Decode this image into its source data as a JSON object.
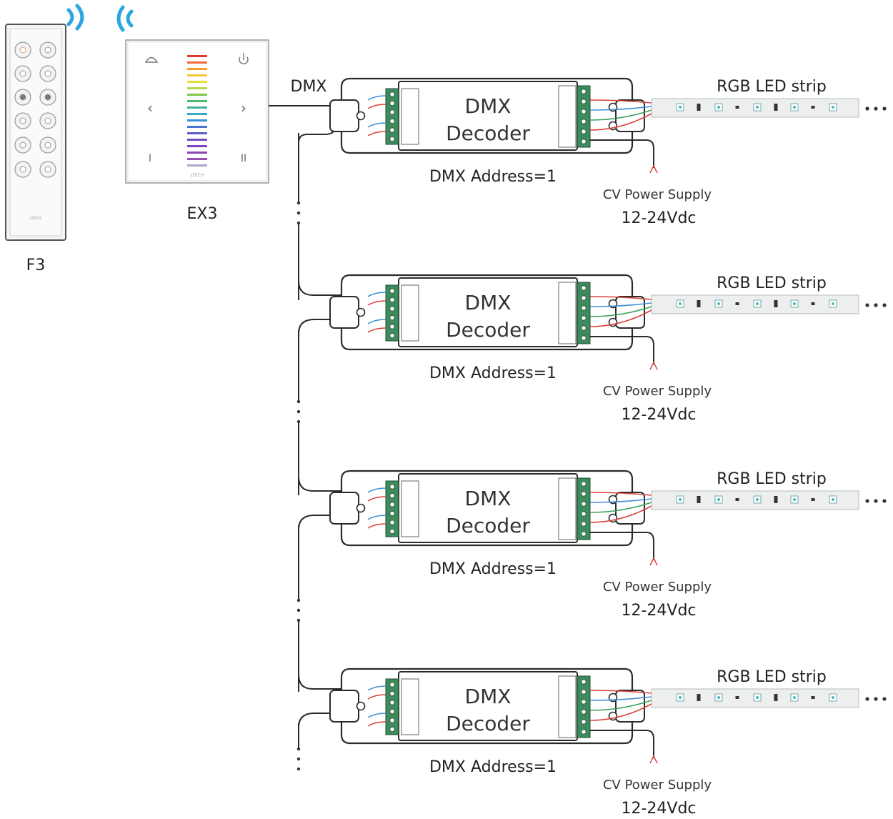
{
  "remote": {
    "label": "F3",
    "brand": "LTECH"
  },
  "panel": {
    "label": "EX3",
    "brand": "LTECH"
  },
  "dmx_bus_label": "DMX",
  "units": [
    {
      "decoder_line1": "DMX",
      "decoder_line2": "Decoder",
      "address": "DMX Address=1",
      "strip": "RGB LED strip",
      "power_line1": "CV Power Supply",
      "power_line2": "12-24Vdc"
    },
    {
      "decoder_line1": "DMX",
      "decoder_line2": "Decoder",
      "address": "DMX Address=1",
      "strip": "RGB LED strip",
      "power_line1": "CV Power Supply",
      "power_line2": "12-24Vdc"
    },
    {
      "decoder_line1": "DMX",
      "decoder_line2": "Decoder",
      "address": "DMX Address=1",
      "strip": "RGB LED strip",
      "power_line1": "CV Power Supply",
      "power_line2": "12-24Vdc"
    },
    {
      "decoder_line1": "DMX",
      "decoder_line2": "Decoder",
      "address": "DMX Address=1",
      "strip": "RGB LED strip",
      "power_line1": "CV Power Supply",
      "power_line2": "12-24Vdc"
    }
  ],
  "colors": {
    "outline": "#2b2b2b",
    "terminal_green": "#3e8a5c",
    "wire_red": "#d9403a",
    "wire_green": "#3aa05a",
    "wire_blue": "#3d8fd6",
    "wireless_blue": "#2aa6e0",
    "strip_fill": "#ecefee"
  },
  "icons": [
    "wireless-signal-icon",
    "power-icon",
    "chevron-left-icon",
    "chevron-right-icon"
  ]
}
